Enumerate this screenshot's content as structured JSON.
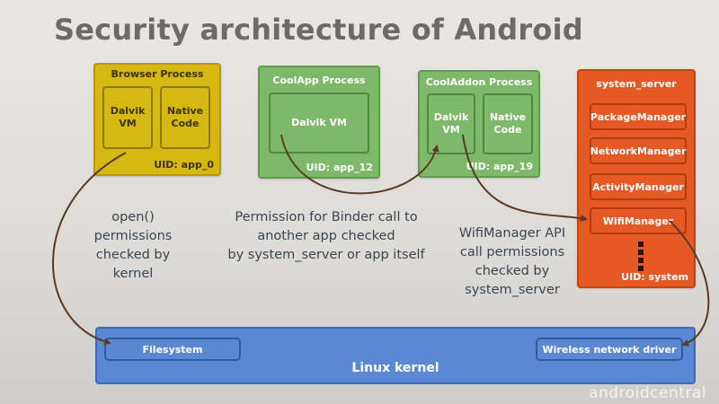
{
  "title": "Security architecture of Android",
  "processes": {
    "browser": {
      "title": "Browser Process",
      "boxes": [
        "Dalvik\nVM",
        "Native\nCode"
      ],
      "uid": "UID: app_0"
    },
    "coolapp": {
      "title": "CoolApp Process",
      "boxes": [
        "Dalvik VM"
      ],
      "uid": "UID: app_12"
    },
    "cooladdon": {
      "title": "CoolAddon Process",
      "boxes": [
        "Dalvik\nVM",
        "Native\nCode"
      ],
      "uid": "UID: app_19"
    },
    "system_server": {
      "title": "system_server",
      "services": [
        "PackageManager",
        "NetworkManager",
        "ActivityManager",
        "WifiManager"
      ],
      "uid": "UID: system"
    }
  },
  "captions": {
    "open": "open()\npermissions\nchecked by\nkernel",
    "binder": "Permission for Binder call to\nanother app checked\nby system_server or app itself",
    "wifi": "WifiManager API\ncall permissions\nchecked by\nsystem_server"
  },
  "kernel": {
    "title": "Linux kernel",
    "filesystem": "Filesystem",
    "wireless": "Wireless network driver"
  },
  "watermark": "androidcentral",
  "colors": {
    "browser": "#d6b812",
    "app": "#7eb96a",
    "system_server": "#e55a24",
    "kernel": "#5b88d2",
    "arrow": "#5a3a22",
    "title": "#6e6a66"
  }
}
